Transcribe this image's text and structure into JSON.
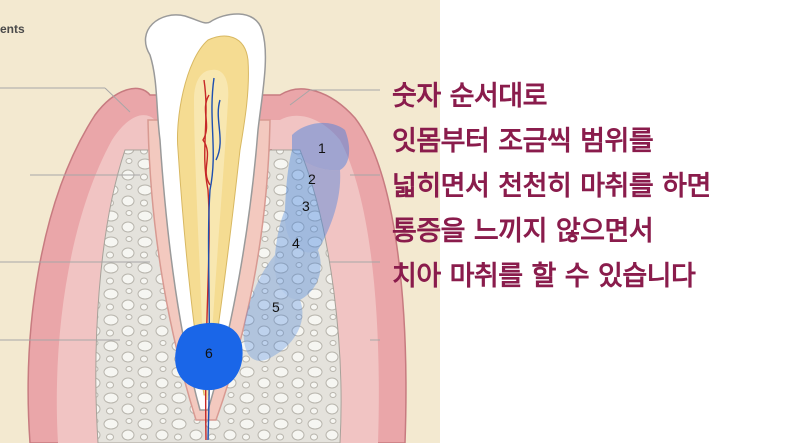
{
  "diagram": {
    "header_label": "ents",
    "zones": [
      {
        "label": "1"
      },
      {
        "label": "2"
      },
      {
        "label": "3"
      },
      {
        "label": "4"
      },
      {
        "label": "5"
      },
      {
        "label": "6"
      }
    ]
  },
  "caption": {
    "lines": [
      "숫자 순서대로",
      "잇몸부터 조금씩 범위를",
      "넓히면서 천천히 마취를 하면",
      "통증을 느끼지 않으면서",
      "치아 마취를 할 수 있습니다"
    ]
  },
  "colors": {
    "background": "#f3e9d0",
    "gum": "#e8a4a8",
    "bone": "#e2e0da",
    "tooth": "#ffffff",
    "pulp": "#f5d98a",
    "zone_fill": "#3d7fe0",
    "zone_6": "#1a66e8",
    "caption_text": "#8a1c4c"
  }
}
